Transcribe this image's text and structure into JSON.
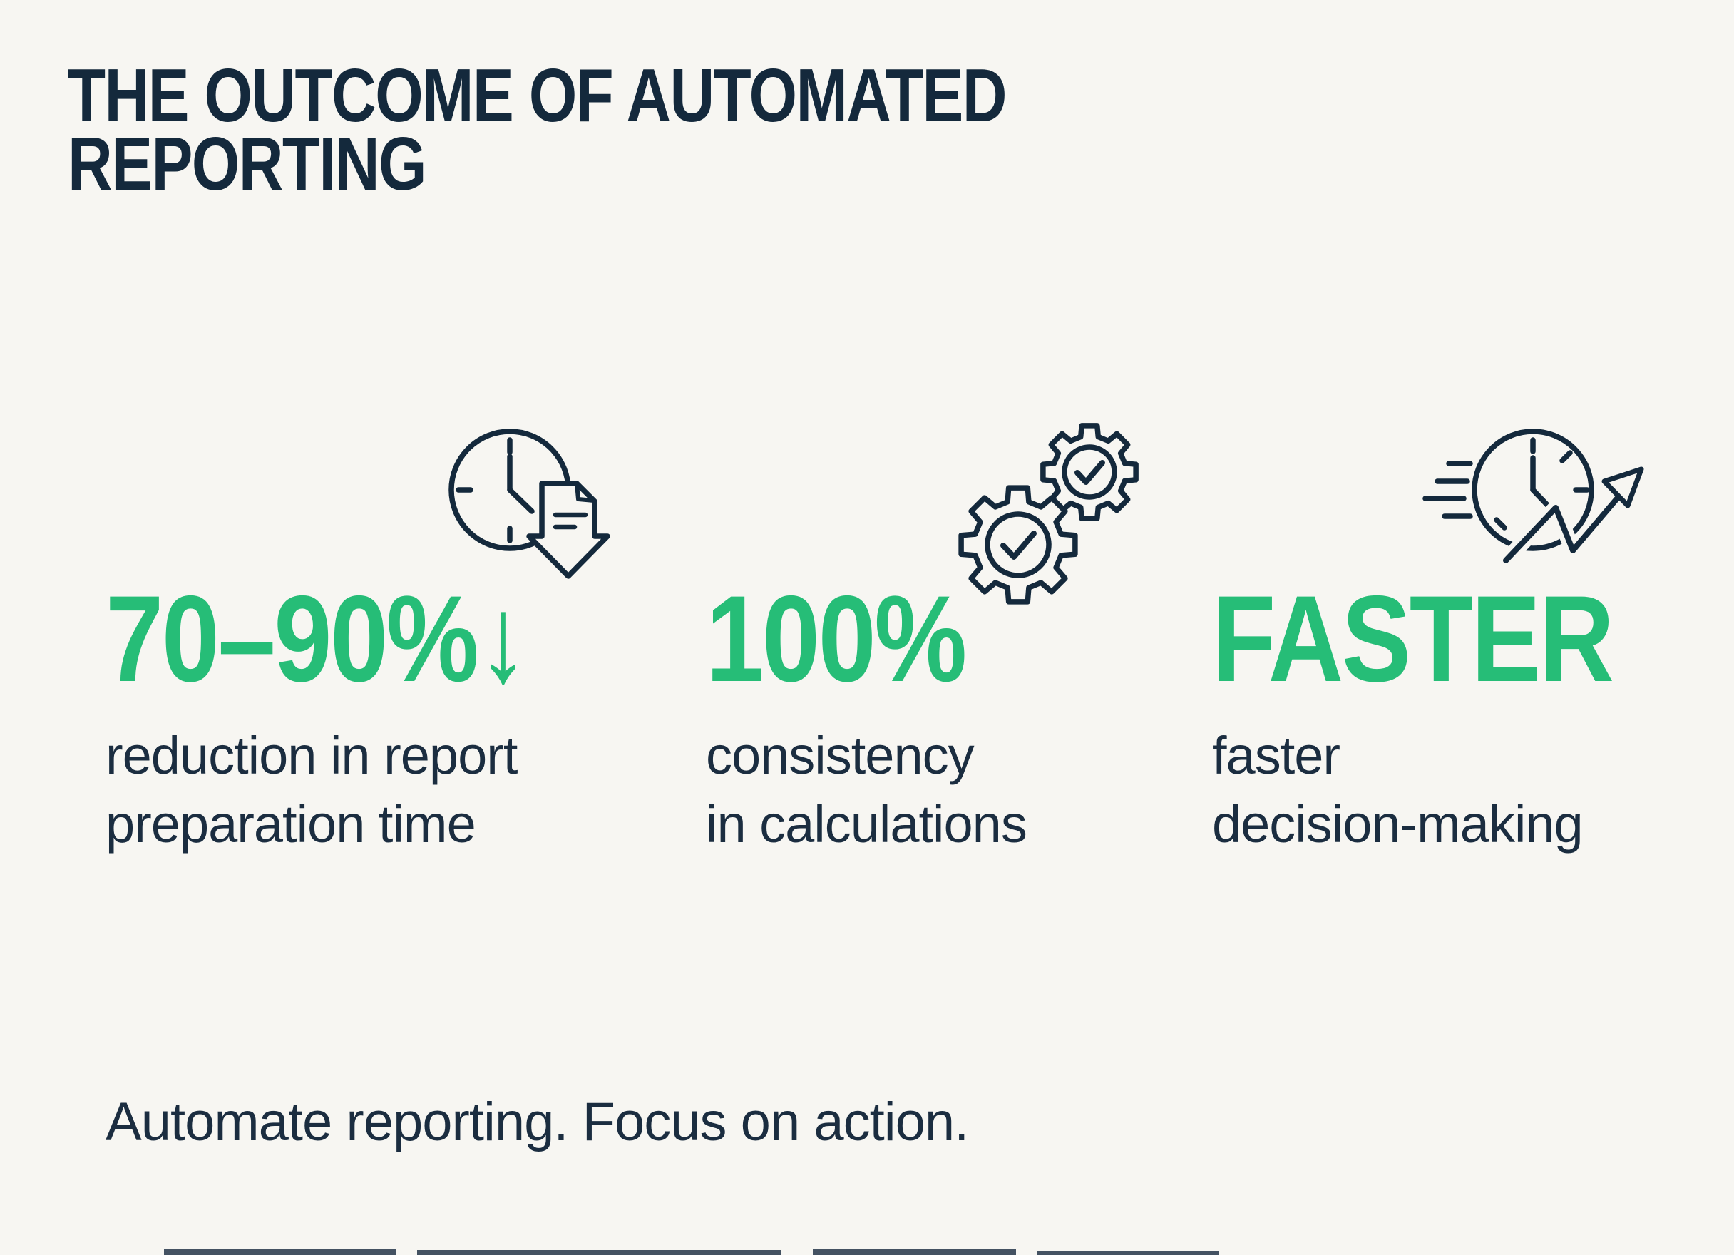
{
  "page": {
    "colors": {
      "bg": "#f7f6f2",
      "green": "#26bd77",
      "navy": "#14293c",
      "text": "#1b2d40"
    }
  },
  "title": {
    "text": "THE OUTCOME OF AUTOMATED REPORTING"
  },
  "stats": [
    {
      "value": "70–90%↓",
      "label": "reduction in report\npreparation time",
      "icon": "clock-document-down-arrow"
    },
    {
      "value": "100%",
      "label": "consistency\nin calculations",
      "icon": "gears-with-checkmarks"
    },
    {
      "value": "FASTER",
      "label": "faster\ndecision-making",
      "icon": "speeding-clock-growth-arrow"
    }
  ],
  "footer": {
    "text": "Automate reporting. Focus on action."
  }
}
